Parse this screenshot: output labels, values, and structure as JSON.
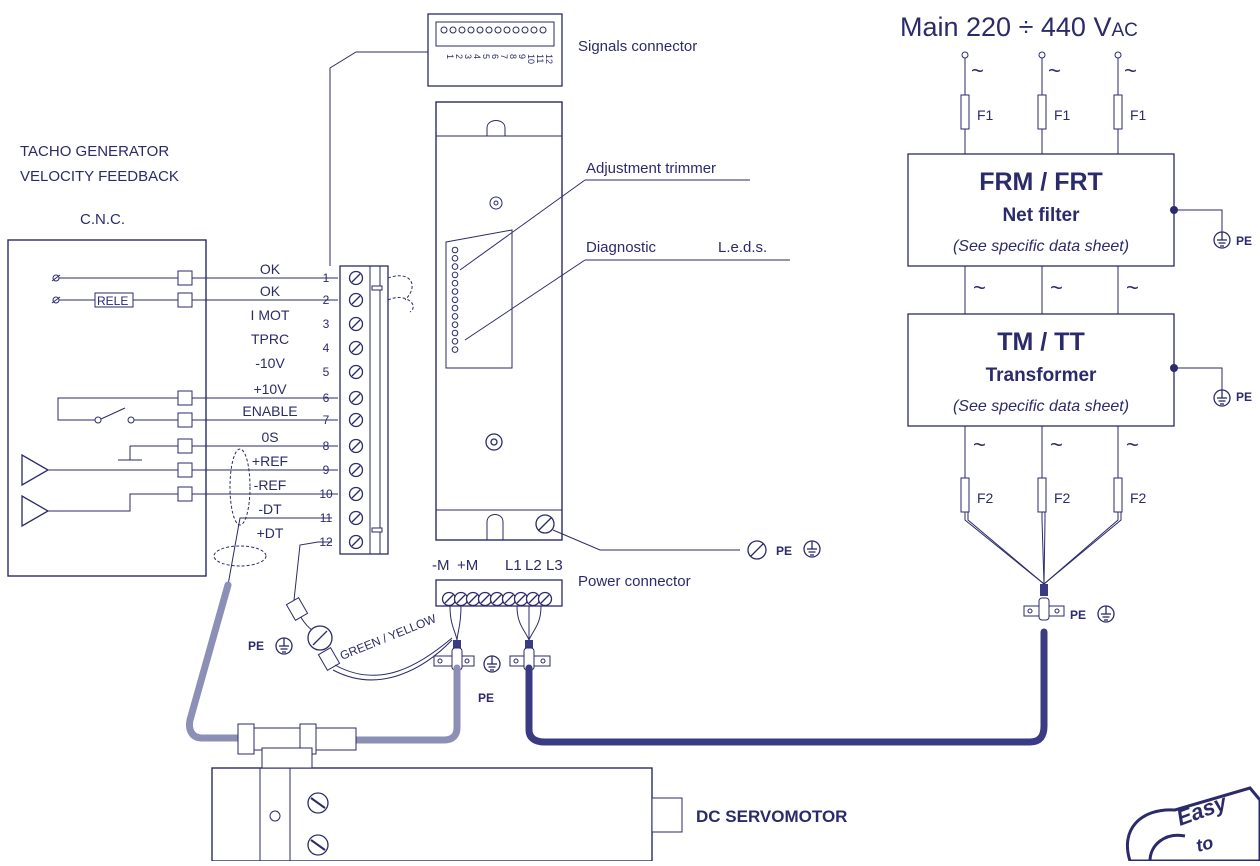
{
  "colors": {
    "ink": "#2b2a6b",
    "cable_tacho": "#8c8fb6",
    "cable_power": "#3a3b82",
    "background": "#ffffff"
  },
  "cnc": {
    "heading_line1": "TACHO GENERATOR",
    "heading_line2": "VELOCITY FEEDBACK",
    "title": "C.N.C.",
    "rele_label": "RELE"
  },
  "signals_connector": {
    "label": "Signals connector",
    "pin_numbers": [
      "1",
      "2",
      "3",
      "4",
      "5",
      "6",
      "7",
      "8",
      "9",
      "10",
      "11",
      "12"
    ]
  },
  "terminal": {
    "signals": [
      "OK",
      "OK",
      "I MOT",
      "TPRC",
      "-10V",
      "+10V",
      "ENABLE",
      "0S",
      "+REF",
      "-REF",
      "-DT",
      "+DT"
    ],
    "numbers": [
      "1",
      "2",
      "3",
      "4",
      "5",
      "6",
      "7",
      "8",
      "9",
      "10",
      "11",
      "12"
    ]
  },
  "drive": {
    "adjustment_label": "Adjustment trimmer",
    "diagnostic_label": "Diagnostic",
    "leds_label": "L.e.d.s.",
    "power_connector_label": "Power connector",
    "terminals": [
      "-M",
      "+M",
      "L1",
      "L2",
      "L3"
    ]
  },
  "mains": {
    "label": "Main  220 ÷ 440 V",
    "label_sub": "AC",
    "tilde": "~",
    "fuse1": "F1",
    "fuse2": "F2"
  },
  "filter": {
    "title": "FRM / FRT",
    "subtitle": "Net filter",
    "note": "(See specific data sheet)"
  },
  "transformer": {
    "title": "TM / TT",
    "subtitle": "Transformer",
    "note": "(See specific data sheet)"
  },
  "earth": {
    "pe": "PE"
  },
  "wiring": {
    "green_yellow": "GREEN / YELLOW"
  },
  "motor": {
    "label": "DC SERVOMOTOR"
  },
  "logo": {
    "line1": "Easy",
    "line2": "to"
  }
}
